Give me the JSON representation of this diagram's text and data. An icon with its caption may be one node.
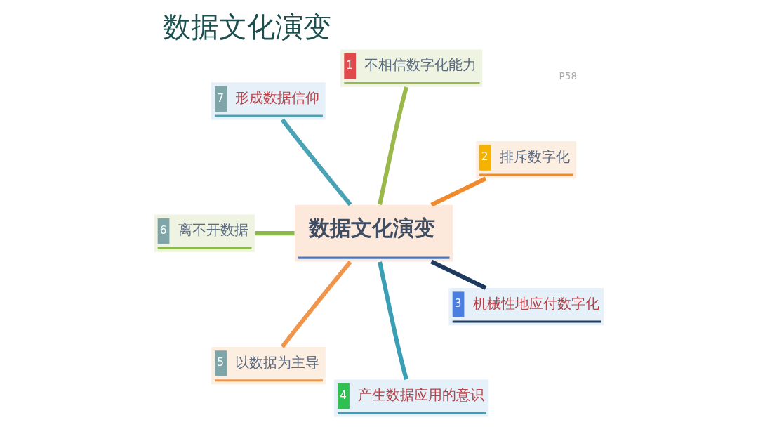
{
  "diagram": {
    "title": "数据文化演变",
    "nodes": [
      {
        "text": [
          "数据文化演变"
        ]
      },
      {
        "text": [
          "1",
          "不相信数字化能力"
        ]
      },
      {
        "text": [
          "2",
          "排斥数字化"
        ]
      },
      {
        "text": [
          "3",
          "机械性地应付数字化"
        ]
      },
      {
        "text": [
          "4",
          "产生数据应用的意识"
        ]
      },
      {
        "text": [
          "5",
          "以数据为主导"
        ]
      },
      {
        "text": [
          "6",
          "离不开数据"
        ]
      },
      {
        "text": [
          "7",
          "形成数据信仰"
        ]
      }
    ],
    "edges": [
      {
        "from": 0,
        "to": 1,
        "arrow": "none",
        "color": "#9ab94a"
      },
      {
        "from": 0,
        "to": 2,
        "arrow": "none",
        "color": "#f08a2c"
      },
      {
        "from": 0,
        "to": 3,
        "arrow": "none",
        "color": "#1f3a5f"
      },
      {
        "from": 0,
        "to": 4,
        "arrow": "none",
        "color": "#3a9fb5"
      },
      {
        "from": 0,
        "to": 5,
        "arrow": "none",
        "color": "#f0954a"
      },
      {
        "from": 0,
        "to": 6,
        "arrow": "none",
        "color": "#8db84a"
      },
      {
        "from": 0,
        "to": 7,
        "arrow": "none",
        "color": "#4aa3b5"
      }
    ],
    "labels": [
      "P58"
    ]
  }
}
